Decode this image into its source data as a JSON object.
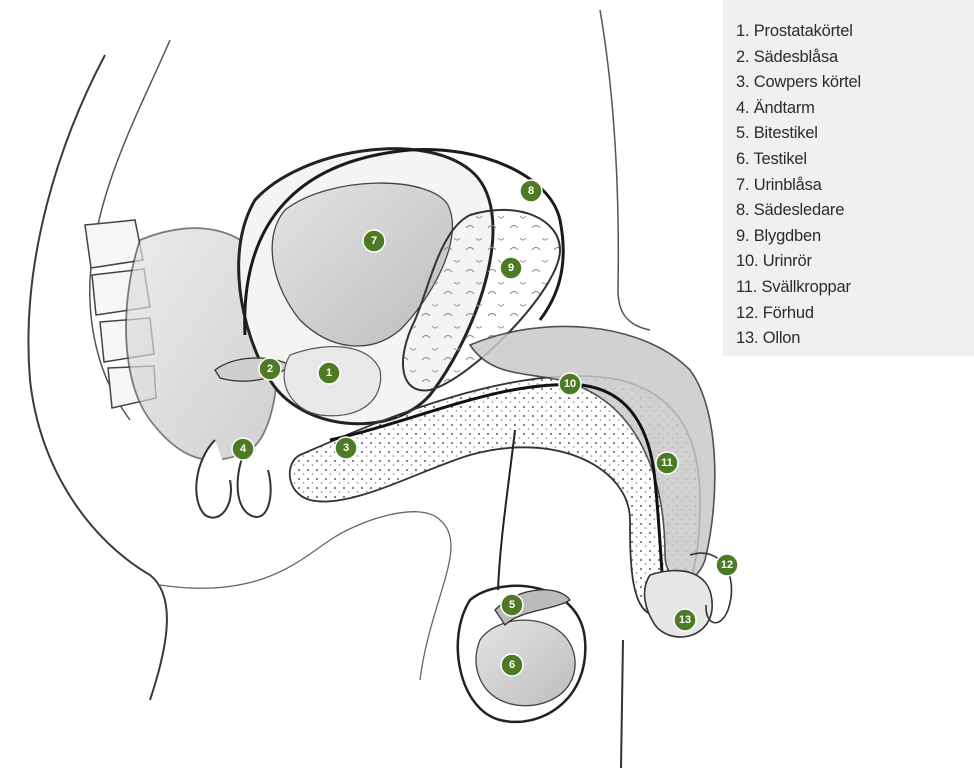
{
  "legend": [
    "1. Prostatakörtel",
    "2. Sädesblåsa",
    "3. Cowpers körtel",
    "4. Ändtarm",
    "5. Bitestikel",
    "6. Testikel",
    "7. Urinblåsa",
    "8. Sädesledare",
    "9. Blygdben",
    "10. Urinrör",
    "11. Svällkroppar",
    "12. Förhud",
    "13. Ollon"
  ],
  "markers": [
    "1",
    "2",
    "3",
    "4",
    "5",
    "6",
    "7",
    "8",
    "9",
    "10",
    "11",
    "12",
    "13"
  ],
  "colors": {
    "marker": "#4e7a26",
    "legend_bg": "#f0f0f0",
    "outline": "#222222",
    "bone": "#fbfbfb"
  }
}
